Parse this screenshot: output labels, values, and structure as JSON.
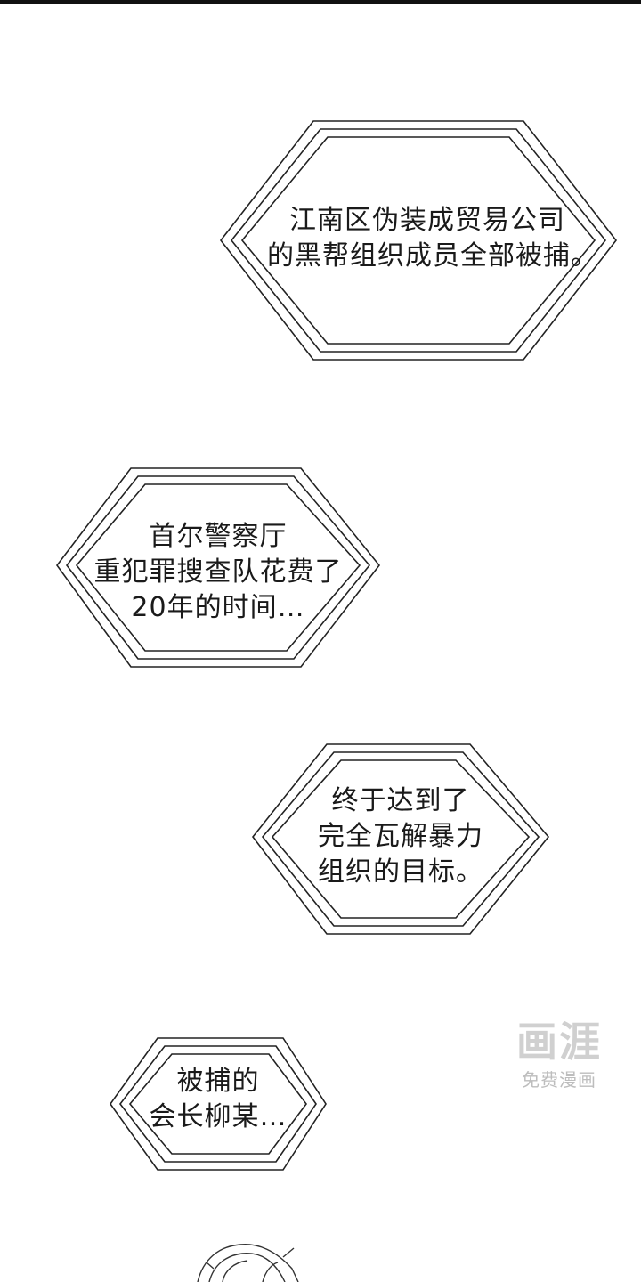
{
  "panels": [
    {
      "lines": [
        "江南区伪装成贸易公司",
        "的黑帮组织成员全部被捕。"
      ]
    },
    {
      "lines": [
        "首尔警察厅",
        "重犯罪搜查队花费了",
        "20年的时间…"
      ]
    },
    {
      "lines": [
        "终于达到了",
        "完全瓦解暴力",
        "组织的目标。"
      ]
    },
    {
      "lines": [
        "被捕的",
        "会长柳某…"
      ]
    }
  ],
  "watermark": {
    "logo": "画涯",
    "subtitle": "免费漫画"
  }
}
